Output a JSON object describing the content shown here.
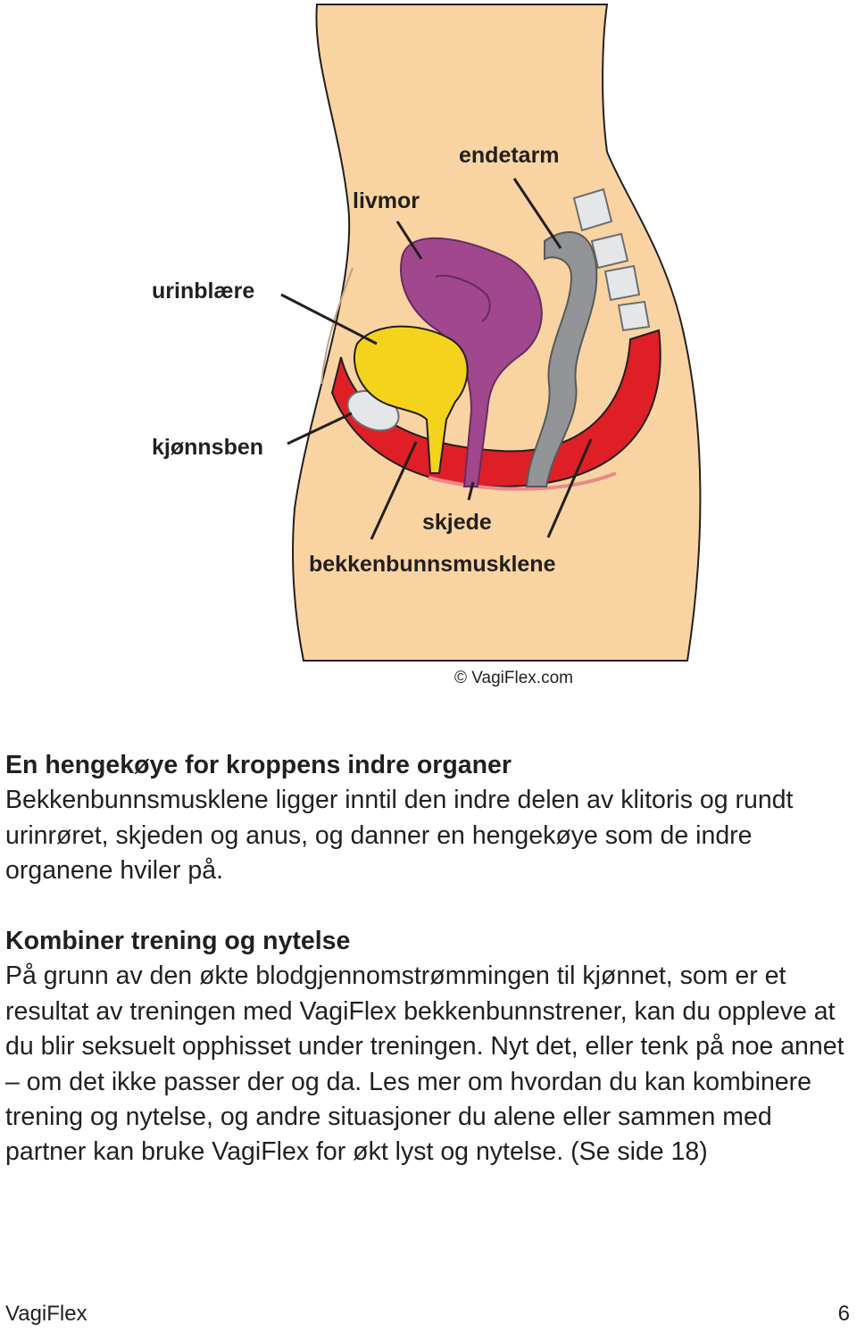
{
  "figure": {
    "labels": {
      "endetarm": "endetarm",
      "livmor": "livmor",
      "urinblaere": "urinblære",
      "kjonnsben": "kjønnsben",
      "skjede": "skjede",
      "bekkenbunnsmusklene": "bekkenbunnsmusklene"
    },
    "copyright": "© VagiFlex.com",
    "colors": {
      "skin": "#f9d4a2",
      "bladder": "#f5d31c",
      "uterus": "#a0478e",
      "rectum": "#929497",
      "muscle": "#de1f26",
      "bone": "#e5e6e7",
      "outline": "#231f20"
    }
  },
  "sections": [
    {
      "heading": "En hengekøye for kroppens indre organer",
      "text": "Bekkenbunnsmusklene ligger inntil den indre delen av klitoris og rundt urinrøret, skjeden og anus, og danner en hengekøye som de indre organene hviler på."
    },
    {
      "heading": "Kombiner trening og nytelse",
      "text": "På grunn av den økte blodgjennomstrømmingen til kjønnet, som er et resultat av treningen med VagiFlex bekkenbunnstrener, kan du oppleve at du blir seksuelt opphisset under treningen. Nyt det, eller tenk på noe annet – om det ikke passer der og da. Les mer om hvordan du kan kombinere trening og nytelse, og andre situasjoner du alene eller sammen med partner kan bruke VagiFlex for økt lyst og nytelse. (Se side 18)"
    }
  ],
  "footer": {
    "brand": "VagiFlex",
    "page_number": "6"
  }
}
